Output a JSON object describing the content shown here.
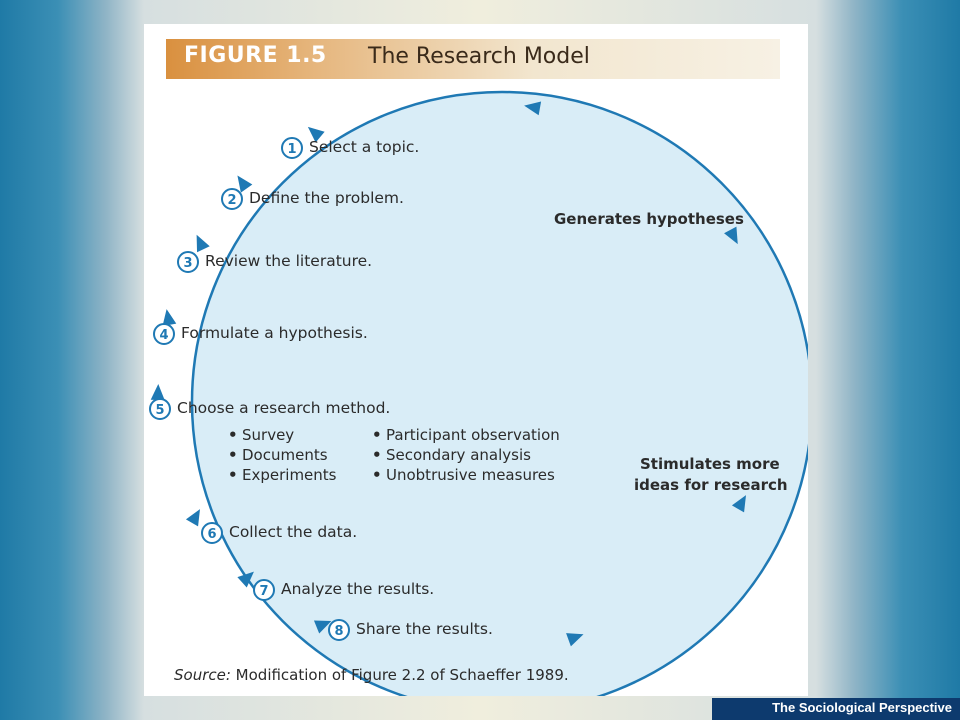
{
  "figure": {
    "number": "FIGURE 1.5",
    "title": "The Research Model"
  },
  "steps": [
    {
      "num": "1",
      "label": "Select a topic."
    },
    {
      "num": "2",
      "label": "Define the problem."
    },
    {
      "num": "3",
      "label": "Review the literature."
    },
    {
      "num": "4",
      "label": "Formulate a hypothesis."
    },
    {
      "num": "5",
      "label": "Choose a research method."
    },
    {
      "num": "6",
      "label": "Collect the data."
    },
    {
      "num": "7",
      "label": "Analyze the results."
    },
    {
      "num": "8",
      "label": "Share the results."
    }
  ],
  "methods": {
    "left": [
      "Survey",
      "Documents",
      "Experiments"
    ],
    "right": [
      "Participant observation",
      "Secondary analysis",
      "Unobtrusive measures"
    ]
  },
  "cycle_labels": {
    "generates": "Generates hypotheses",
    "stimulates_line1": "Stimulates more",
    "stimulates_line2": "ideas for research"
  },
  "source": {
    "prefix": "Source:",
    "text": " Modification of Figure 2.2 of Schaeffer 1989."
  },
  "footer": {
    "text": "The Sociological Perspective"
  },
  "colors": {
    "circle_fill": "#d9edf7",
    "circle_stroke": "#1f79b4",
    "header_orange": "#d9903f",
    "footer_bg": "#0d3a6e"
  }
}
